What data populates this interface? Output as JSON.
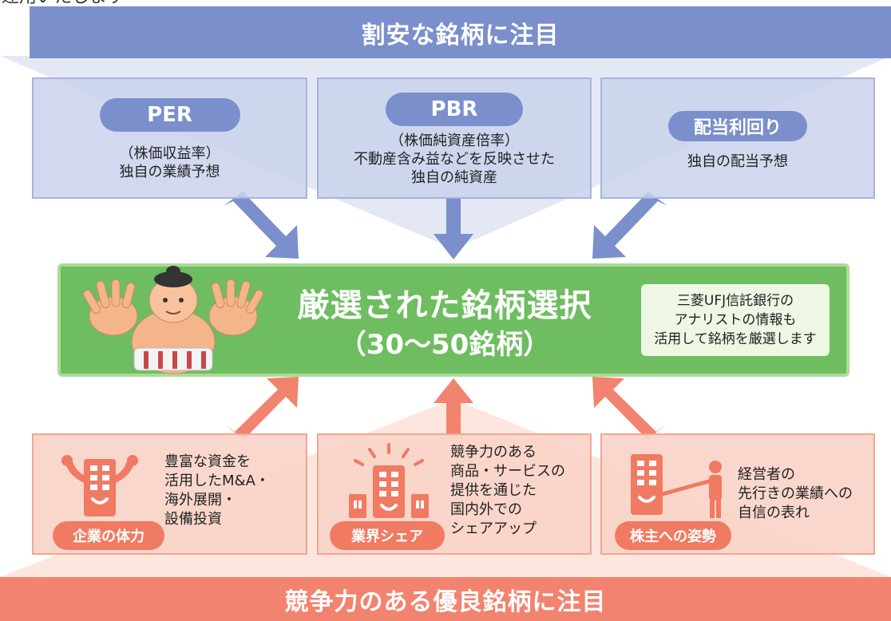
{
  "cut_text": "運用いたします",
  "top_banner": {
    "title": "割安な銘柄に注目"
  },
  "top_cards": [
    {
      "label": "PER",
      "desc": [
        "（株価収益率）",
        "独自の業績予想"
      ]
    },
    {
      "label": "PBR",
      "desc": [
        "（株価純資産倍率）",
        "不動産含み益などを反映させた",
        "独自の純資産"
      ]
    },
    {
      "label": "配当利回り",
      "desc": [
        "独自の配当予想"
      ]
    }
  ],
  "main": {
    "title": "厳選された銘柄選択",
    "subtitle": "（30〜50銘柄）",
    "note": [
      "三菱UFJ信託銀行の",
      "アナリストの情報も",
      "活用して銘柄を厳選します"
    ]
  },
  "bottom_cards": [
    {
      "label": "企業の体力",
      "desc": [
        "豊富な資金を",
        "活用したM&A・",
        "海外展開・",
        "設備投資"
      ]
    },
    {
      "label": "業界シェア",
      "desc": [
        "競争力のある",
        "商品・サービスの",
        "提供を通じた",
        "国内外での",
        "シェアアップ"
      ]
    },
    {
      "label": "株主への姿勢",
      "desc": [
        "経営者の",
        "先行きの業績への",
        "自信の表れ"
      ]
    }
  ],
  "bottom_banner": {
    "title": "競争力のある優良銘柄に注目"
  },
  "colors": {
    "blue_primary": "#7a8fcb",
    "blue_light": "#cad2ec",
    "green_primary": "#6ebd60",
    "green_border": "#a9db98",
    "salmon_primary": "#f2836f",
    "salmon_light": "#fad4c8"
  }
}
